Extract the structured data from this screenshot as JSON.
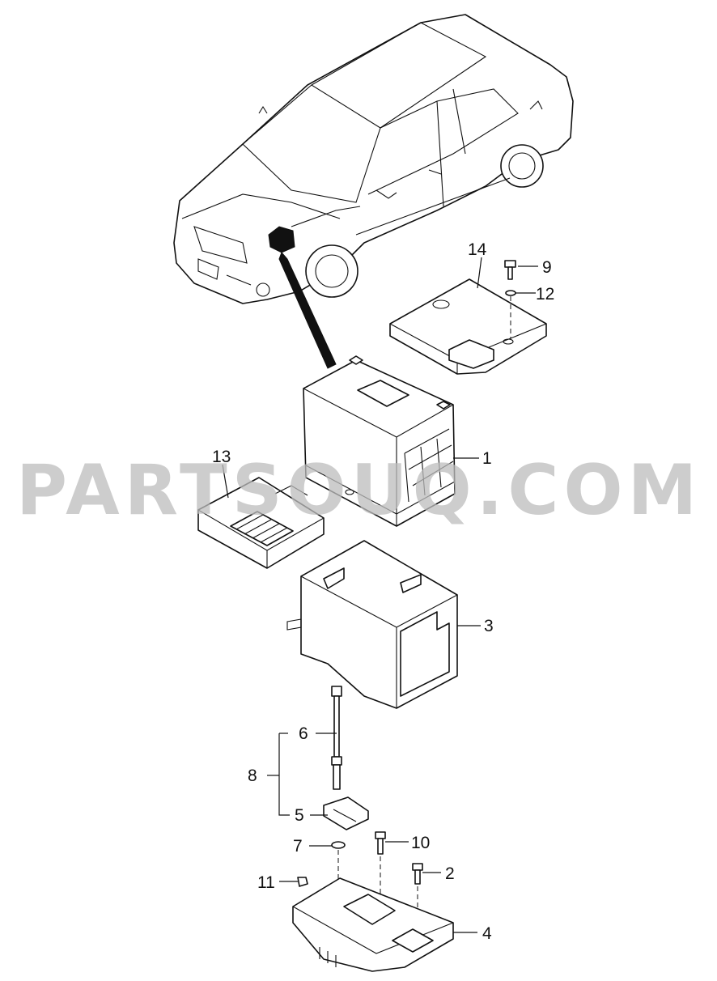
{
  "watermark": "PARTSOUQ.COM",
  "callouts": {
    "c1": "1",
    "c2": "2",
    "c3": "3",
    "c4": "4",
    "c5": "5",
    "c6": "6",
    "c7": "7",
    "c8": "8",
    "c9": "9",
    "c10": "10",
    "c11": "11",
    "c12": "12",
    "c13": "13",
    "c14": "14"
  }
}
